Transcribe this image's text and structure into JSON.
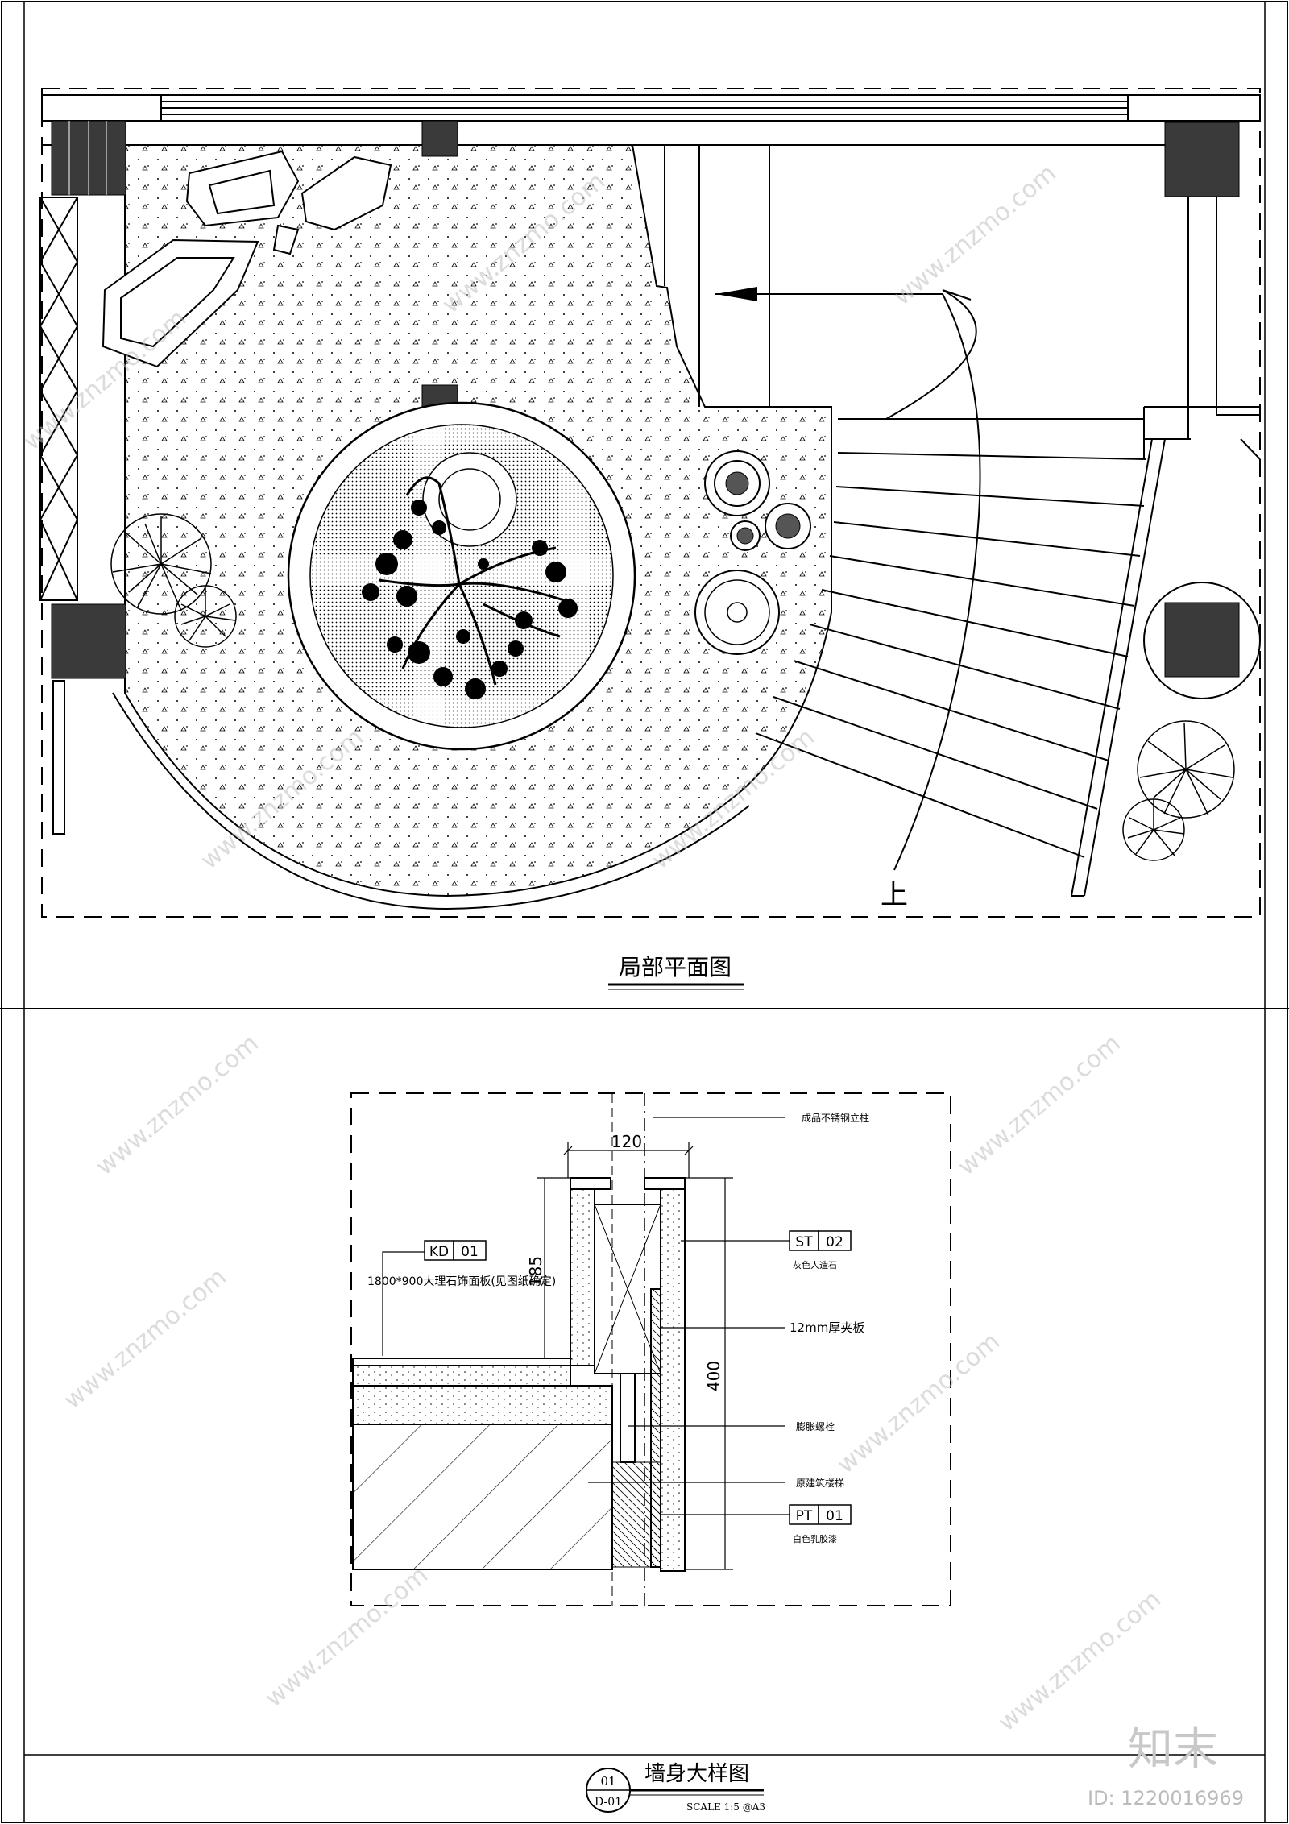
{
  "plan": {
    "title": "局部平面图",
    "stair_up": "上"
  },
  "detail": {
    "title": "墙身大样图",
    "sheet_no": "01",
    "sheet_ref": "D-01",
    "scale": "SCALE 1:5 @A3",
    "dims": {
      "width": "120",
      "top": "185",
      "height": "400"
    },
    "tags": [
      {
        "code": "KD",
        "num": "01",
        "note": "1800*900大理石饰面板(见图纸确定)"
      },
      {
        "code": "ST",
        "num": "02",
        "note": "灰色人造石"
      },
      {
        "code": "PT",
        "num": "01",
        "note": "白色乳胶漆"
      }
    ],
    "notes": {
      "top": "成品不锈钢立柱",
      "board": "12mm厚夹板",
      "bolt": "膨胀螺栓",
      "base": "原建筑楼梯"
    }
  },
  "watermark": {
    "logo": "知末",
    "id": "ID: 1220016969",
    "site": "www.znzmo.com"
  }
}
